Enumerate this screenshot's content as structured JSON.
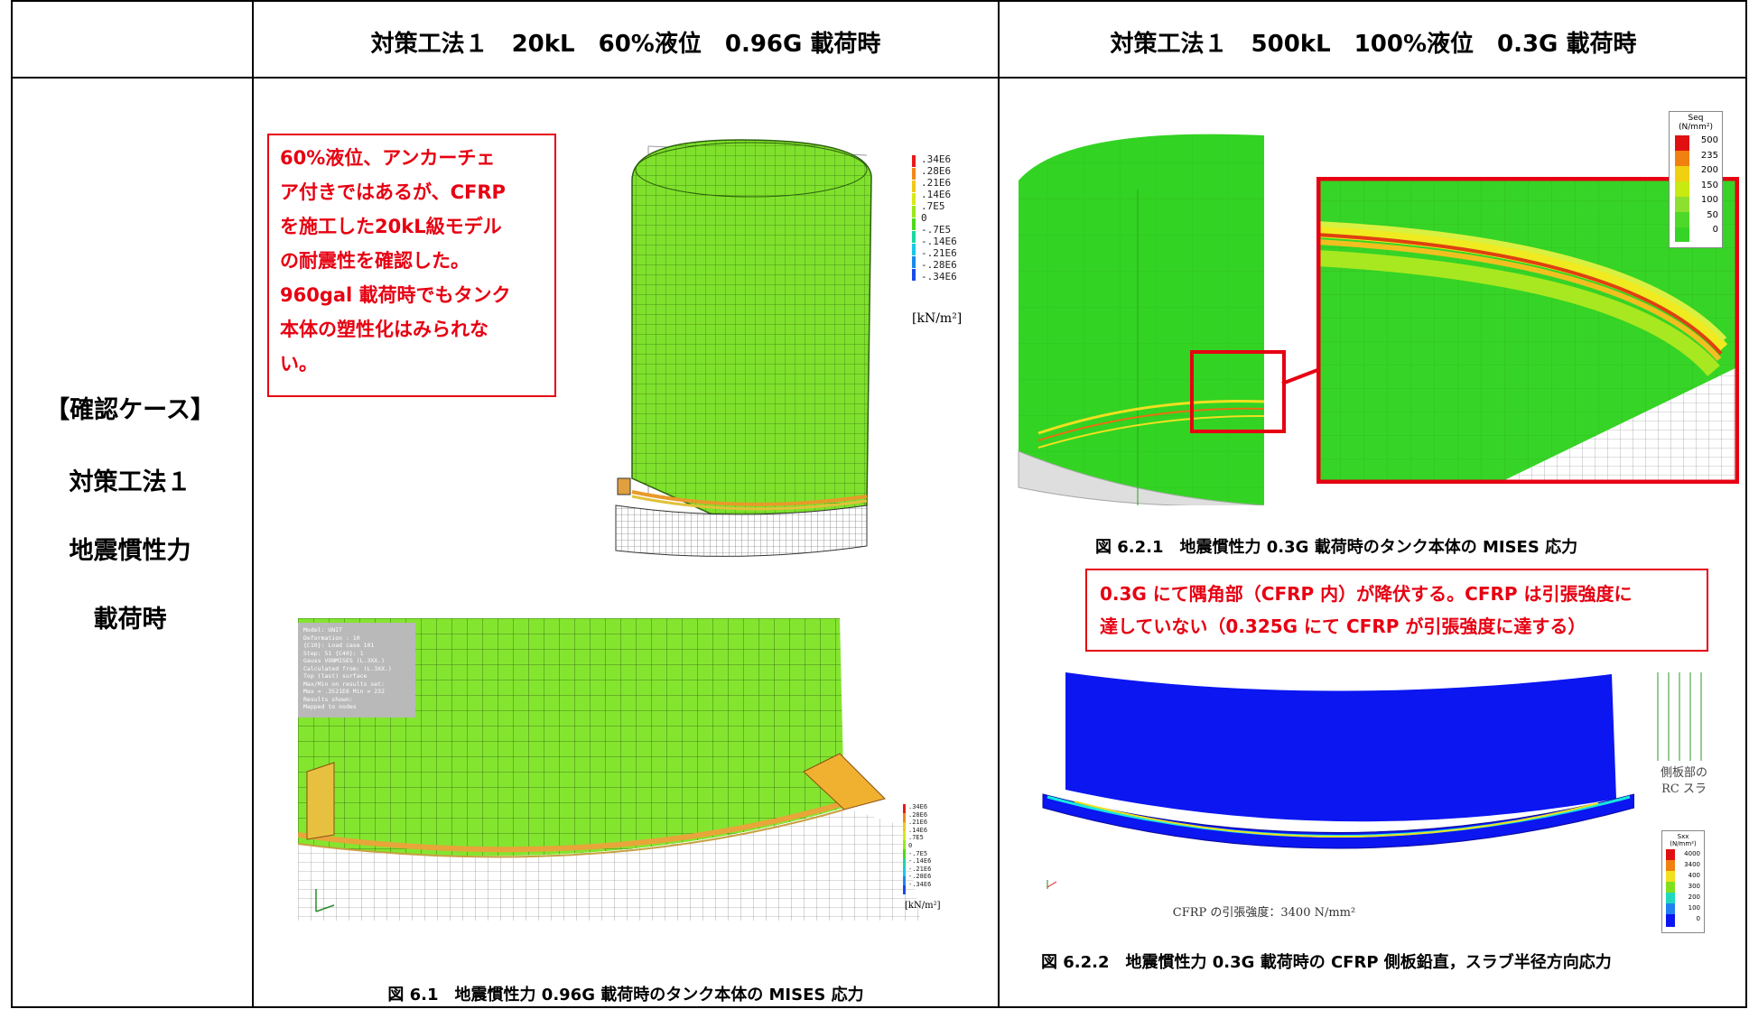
{
  "header": {
    "col_left": "対策工法１　20kL　60%液位　0.96G 載荷時",
    "col_right": "対策工法１　500kL　100%液位　0.3G 載荷時"
  },
  "row_label": [
    "【確認ケース】",
    "対策工法１",
    "地震慣性力",
    "載荷時"
  ],
  "left": {
    "note_lines": [
      "60%液位、アンカーチェ",
      "ア付きではあるが、CFRP",
      "を施工した20kL級モデル",
      "の耐震性を確認した。",
      "960gal 載荷時でもタンク",
      "本体の塑性化はみられな",
      "い。"
    ],
    "legend_values": [
      ".34E6",
      ".28E6",
      ".21E6",
      ".14E6",
      ".7E5",
      "0",
      "-.7E5",
      "-.14E6",
      "-.21E6",
      "-.28E6",
      "-.34E6"
    ],
    "legend_unit": "[kN/m²]",
    "info_box": [
      "Model: UNIT",
      "Deformation : 10",
      "{C10}: Load case 101",
      "Step: 51  {C40}: 1",
      "Gauss VONMISES (L.3XX.)",
      "Calculated from: (L.3XX.)",
      "Top (last) surface",
      "Max/Min on results set:",
      "Max = .3521E6  Min = 232",
      "Results shown:",
      "Mapped to nodes"
    ],
    "caption": "図 6.1　地震慣性力 0.96G 載荷時のタンク本体の MISES 応力"
  },
  "right": {
    "legend_title": "Seq\n(N/mm²)",
    "legend_values": [
      "500",
      "235",
      "200",
      "150",
      "100",
      "50",
      "0"
    ],
    "caption1": "図 6.2.1　地震慣性力 0.3G 載荷時のタンク本体の MISES 応力",
    "note_lines": [
      "0.3G にて隅角部（CFRP 内）が降伏する。CFRP は引張強度に",
      "達していない（0.325G にて CFRP が引張強度に達する）"
    ],
    "legend2_title": "Sxx\n(N/mm²)",
    "legend2_values": [
      "4000",
      "3400",
      "400",
      "300",
      "200",
      "100",
      "0"
    ],
    "side_label": [
      "側板部の",
      "RC スラ"
    ],
    "strength_text": "CFRP の引張強度：3400 N/mm²",
    "caption2": "図 6.2.2　地震慣性力 0.3G 載荷時の CFRP 側板鉛直，スラブ半径方向応力"
  },
  "colors": {
    "accent_red": "#e60012",
    "fem_green": "#6fe22a",
    "fem_blue": "#0b16f0"
  }
}
